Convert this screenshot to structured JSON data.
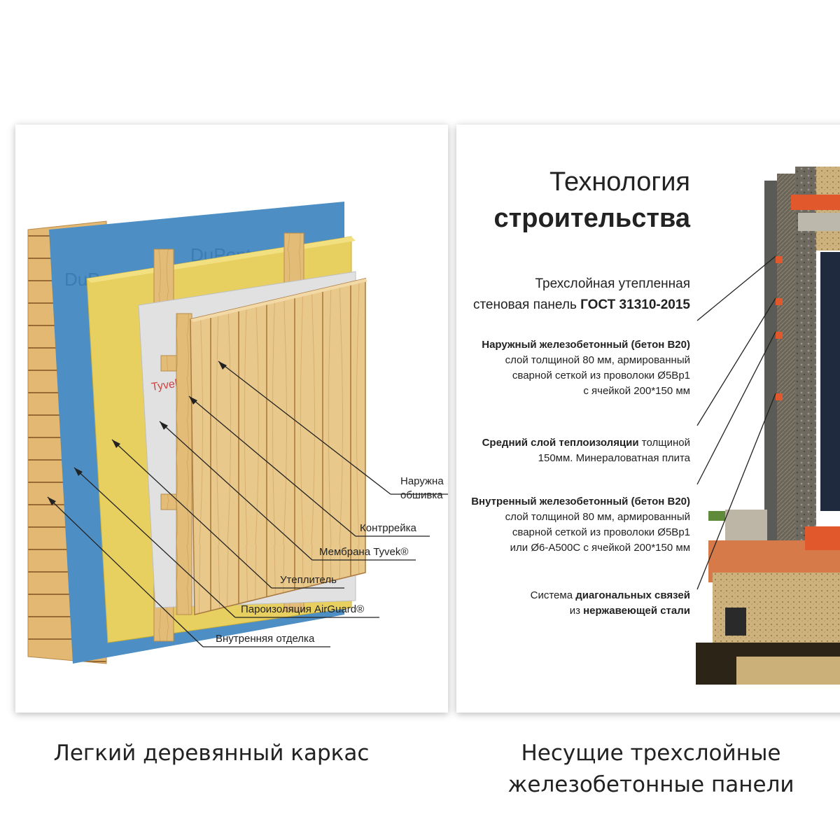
{
  "left": {
    "labels": {
      "outer": [
        "Наружна",
        "обшивка"
      ],
      "counter": "Контррейка",
      "membrane": "Мембрана Tyvek®",
      "insulation": "Утеплитель",
      "vapor": "Пароизоляция AirGuard®",
      "inner": "Внутренняя отделка"
    },
    "caption": "Легкий деревянный каркас"
  },
  "right": {
    "title_line1": "Технология",
    "title_line2": "строительства",
    "subtitle_line1": "Трехслойная утепленная",
    "subtitle_line2_pre": "стеновая панель ",
    "subtitle_line2_bold": "ГОСТ 31310-2015",
    "p1": {
      "bold": "Наружный железобетонный  (бетон В20)",
      "lines": [
        "слой толщиной 80 мм, армированный",
        "сварной сеткой из проволоки Ø5Bp1",
        "с ячейкой 200*150 мм"
      ]
    },
    "p2": {
      "bold": "Средний слой теплоизоляции",
      "tail": " толщиной",
      "lines": [
        "150мм. Минераловатная плита"
      ]
    },
    "p3": {
      "bold": "Внутренный железобетонный  (бетон В20)",
      "lines": [
        "слой толщиной 80 мм, армированный",
        "сварной сеткой из проволоки Ø5Bp1",
        "или Ø6-А500С с ячейкой 200*150 мм"
      ]
    },
    "p4": {
      "pre": "Система ",
      "bold1": "диагональных связей",
      "pre2": "из ",
      "bold2": "нержавеющей стали"
    },
    "caption_line1": "Несущие трехслойные",
    "caption_line2": "железобетонные панели"
  },
  "colors": {
    "wood": "#e6c27a",
    "insulation": "#e8d060",
    "membrane": "#4d8fc4",
    "vapor": "#dcdcdc",
    "brick": "#e0582c",
    "concrete": "#8a8a84"
  }
}
